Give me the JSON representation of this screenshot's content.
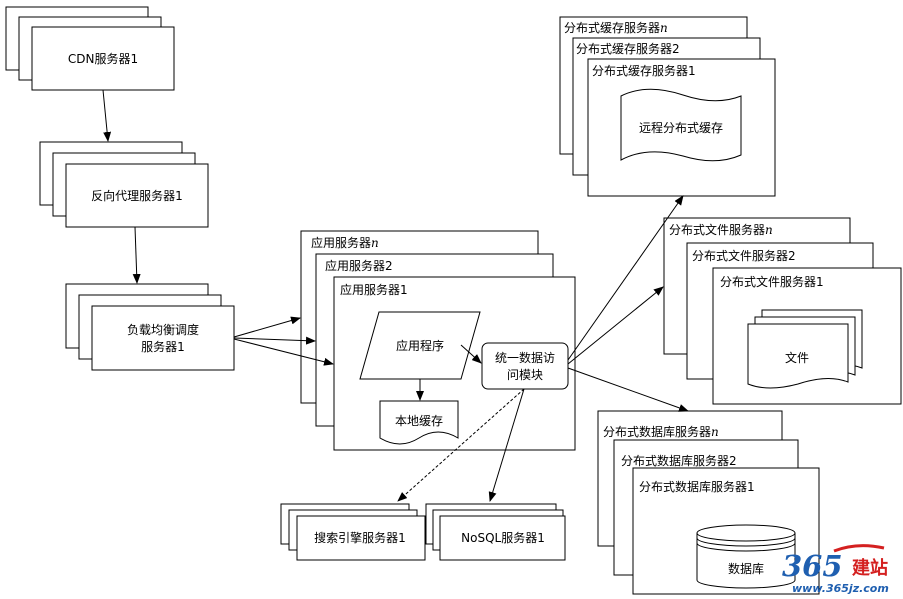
{
  "nodes": {
    "cdn_label": "CDN服务器1",
    "reverse_proxy_label": "反向代理服务器1",
    "load_balancer_line1": "负载均衡调度",
    "load_balancer_line2": "服务器1",
    "app_server_n": "应用服务器",
    "app_server_2": "应用服务器2",
    "app_server_1": "应用服务器1",
    "app_program": "应用程序",
    "local_cache": "本地缓存",
    "data_access_line1": "统一数据访",
    "data_access_line2": "问模块",
    "cache_server_n": "分布式缓存服务器",
    "cache_server_2": "分布式缓存服务器2",
    "cache_server_1": "分布式缓存服务器1",
    "remote_cache": "远程分布式缓存",
    "file_server_n": "分布式文件服务器",
    "file_server_2": "分布式文件服务器2",
    "file_server_1": "分布式文件服务器1",
    "files": "文件",
    "db_server_n": "分布式数据库服务器",
    "db_server_2": "分布式数据库服务器2",
    "db_server_1": "分布式数据库服务器1",
    "database": "数据库",
    "search_server": "搜索引擎服务器1",
    "nosql_server": "NoSQL服务器1",
    "n_suffix": "n"
  },
  "watermark": {
    "logo_digits": "365",
    "logo_text": "建站",
    "url": "www.365jz.com",
    "colors": {
      "blue": "#1f5fb0",
      "red": "#d42020"
    }
  }
}
